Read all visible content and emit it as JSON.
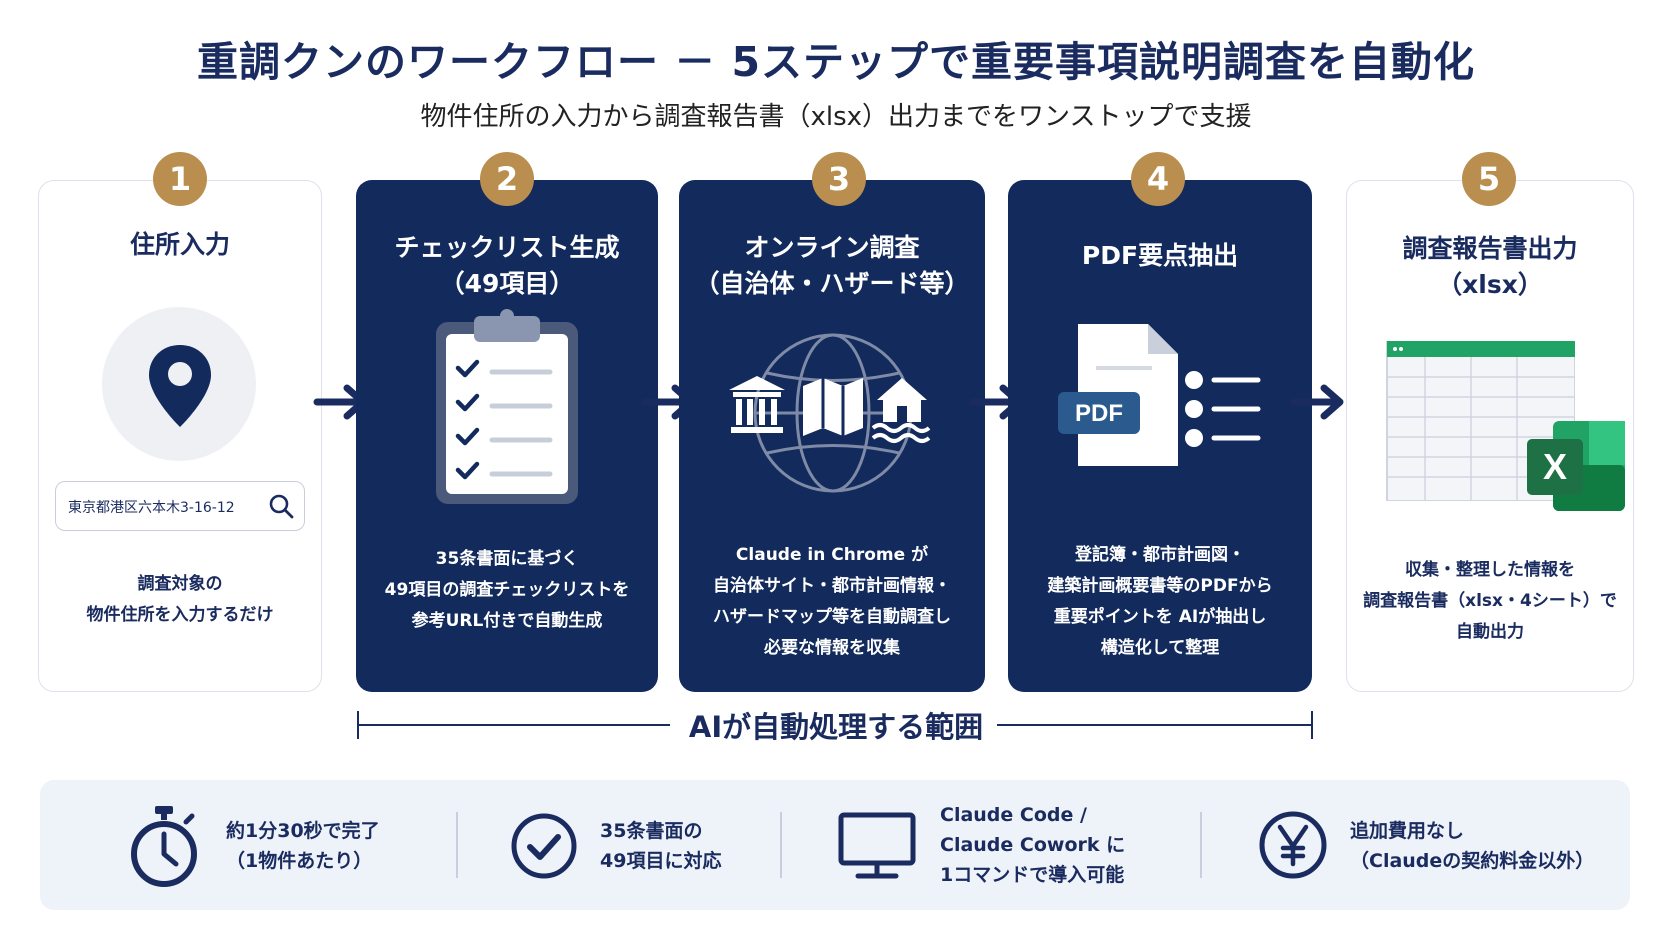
{
  "header": {
    "title": "重調クンのワークフロー － 5ステップで重要事項説明調査を自動化",
    "subtitle": "物件住所の入力から調査報告書（xlsx）出力までをワンストップで支援"
  },
  "steps": [
    {
      "number": "1",
      "title_lines": [
        "住所入力"
      ],
      "address_value": "東京都港区六本木3-16-12",
      "desc_lines": [
        "調査対象の",
        "物件住所を入力するだけ"
      ],
      "icon": "map-pin-icon"
    },
    {
      "number": "2",
      "title_lines": [
        "チェックリスト生成",
        "（49項目）"
      ],
      "desc_lines": [
        "35条書面に基づく",
        "49項目の調査チェックリストを",
        "参考URL付きで自動生成"
      ],
      "icon": "clipboard-checklist-icon"
    },
    {
      "number": "3",
      "title_lines": [
        "オンライン調査",
        "（自治体・ハザード等）"
      ],
      "desc_lines": [
        "Claude in Chrome が",
        "自治体サイト・都市計画情報・",
        "ハザードマップ等を自動調査し",
        "必要な情報を収集"
      ],
      "icon": "globe-research-icon"
    },
    {
      "number": "4",
      "title_lines": [
        "PDF要点抽出"
      ],
      "pdf_label": "PDF",
      "desc_lines": [
        "登記簿・都市計画図・",
        "建築計画概要書等のPDFから",
        "重要ポイントを AIが抽出し",
        "構造化して整理"
      ],
      "icon": "pdf-extract-icon"
    },
    {
      "number": "5",
      "title_lines": [
        "調査報告書出力",
        "（xlsx）"
      ],
      "excel_label": "X",
      "desc_lines": [
        "収集・整理した情報を",
        "調査報告書（xlsx・4シート）で",
        "自動出力"
      ],
      "icon": "excel-spreadsheet-icon"
    }
  ],
  "scope": {
    "label": "AIが自動処理する範囲"
  },
  "features": [
    {
      "icon": "stopwatch-icon",
      "lines": [
        "約1分30秒で完了",
        "（1物件あたり）"
      ]
    },
    {
      "icon": "check-circle-icon",
      "lines": [
        "35条書面の",
        "49項目に対応"
      ]
    },
    {
      "icon": "monitor-icon",
      "lines": [
        "Claude Code /",
        "Claude Cowork に",
        "1コマンドで導入可能"
      ]
    },
    {
      "icon": "yen-icon",
      "lines": [
        "追加費用なし",
        "（Claudeの契約料金以外）"
      ]
    }
  ],
  "colors": {
    "navy": "#122a5c",
    "gold": "#b98e4f",
    "excel_green": "#1e7145",
    "footer_bg": "#eef2f9"
  }
}
